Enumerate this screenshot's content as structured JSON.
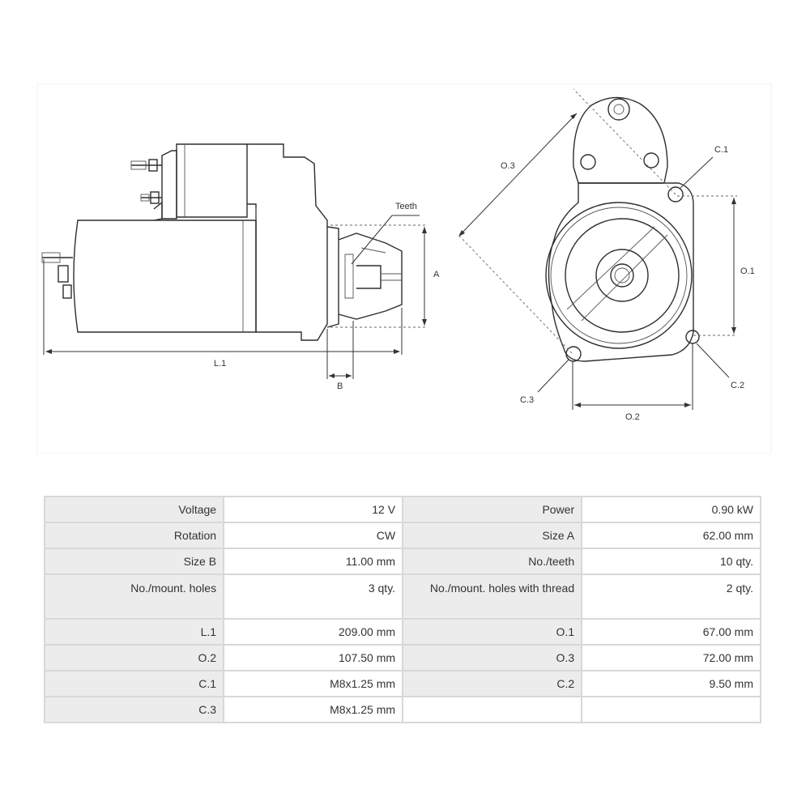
{
  "diagram": {
    "labels": {
      "teeth": "Teeth",
      "a": "A",
      "b": "B",
      "l1": "L.1",
      "o3": "O.3",
      "c1": "C.1",
      "o1": "O.1",
      "c2": "C.2",
      "c3": "C.3",
      "o2": "O.2"
    }
  },
  "specs": {
    "rows": [
      {
        "k1": "Voltage",
        "v1": "12 V",
        "k2": "Power",
        "v2": "0.90 kW"
      },
      {
        "k1": "Rotation",
        "v1": "CW",
        "k2": "Size A",
        "v2": "62.00 mm"
      },
      {
        "k1": "Size B",
        "v1": "11.00 mm",
        "k2": "No./teeth",
        "v2": "10 qty."
      },
      {
        "k1": "No./mount. holes",
        "v1": "3 qty.",
        "k2": "No./mount. holes with thread",
        "v2": "2 qty."
      },
      {
        "k1": "L.1",
        "v1": "209.00 mm",
        "k2": "O.1",
        "v2": "67.00 mm"
      },
      {
        "k1": "O.2",
        "v1": "107.50 mm",
        "k2": "O.3",
        "v2": "72.00 mm"
      },
      {
        "k1": "C.1",
        "v1": "M8x1.25 mm",
        "k2": "C.2",
        "v2": "9.50 mm"
      },
      {
        "k1": "C.3",
        "v1": "M8x1.25 mm",
        "k2": "",
        "v2": ""
      }
    ]
  }
}
